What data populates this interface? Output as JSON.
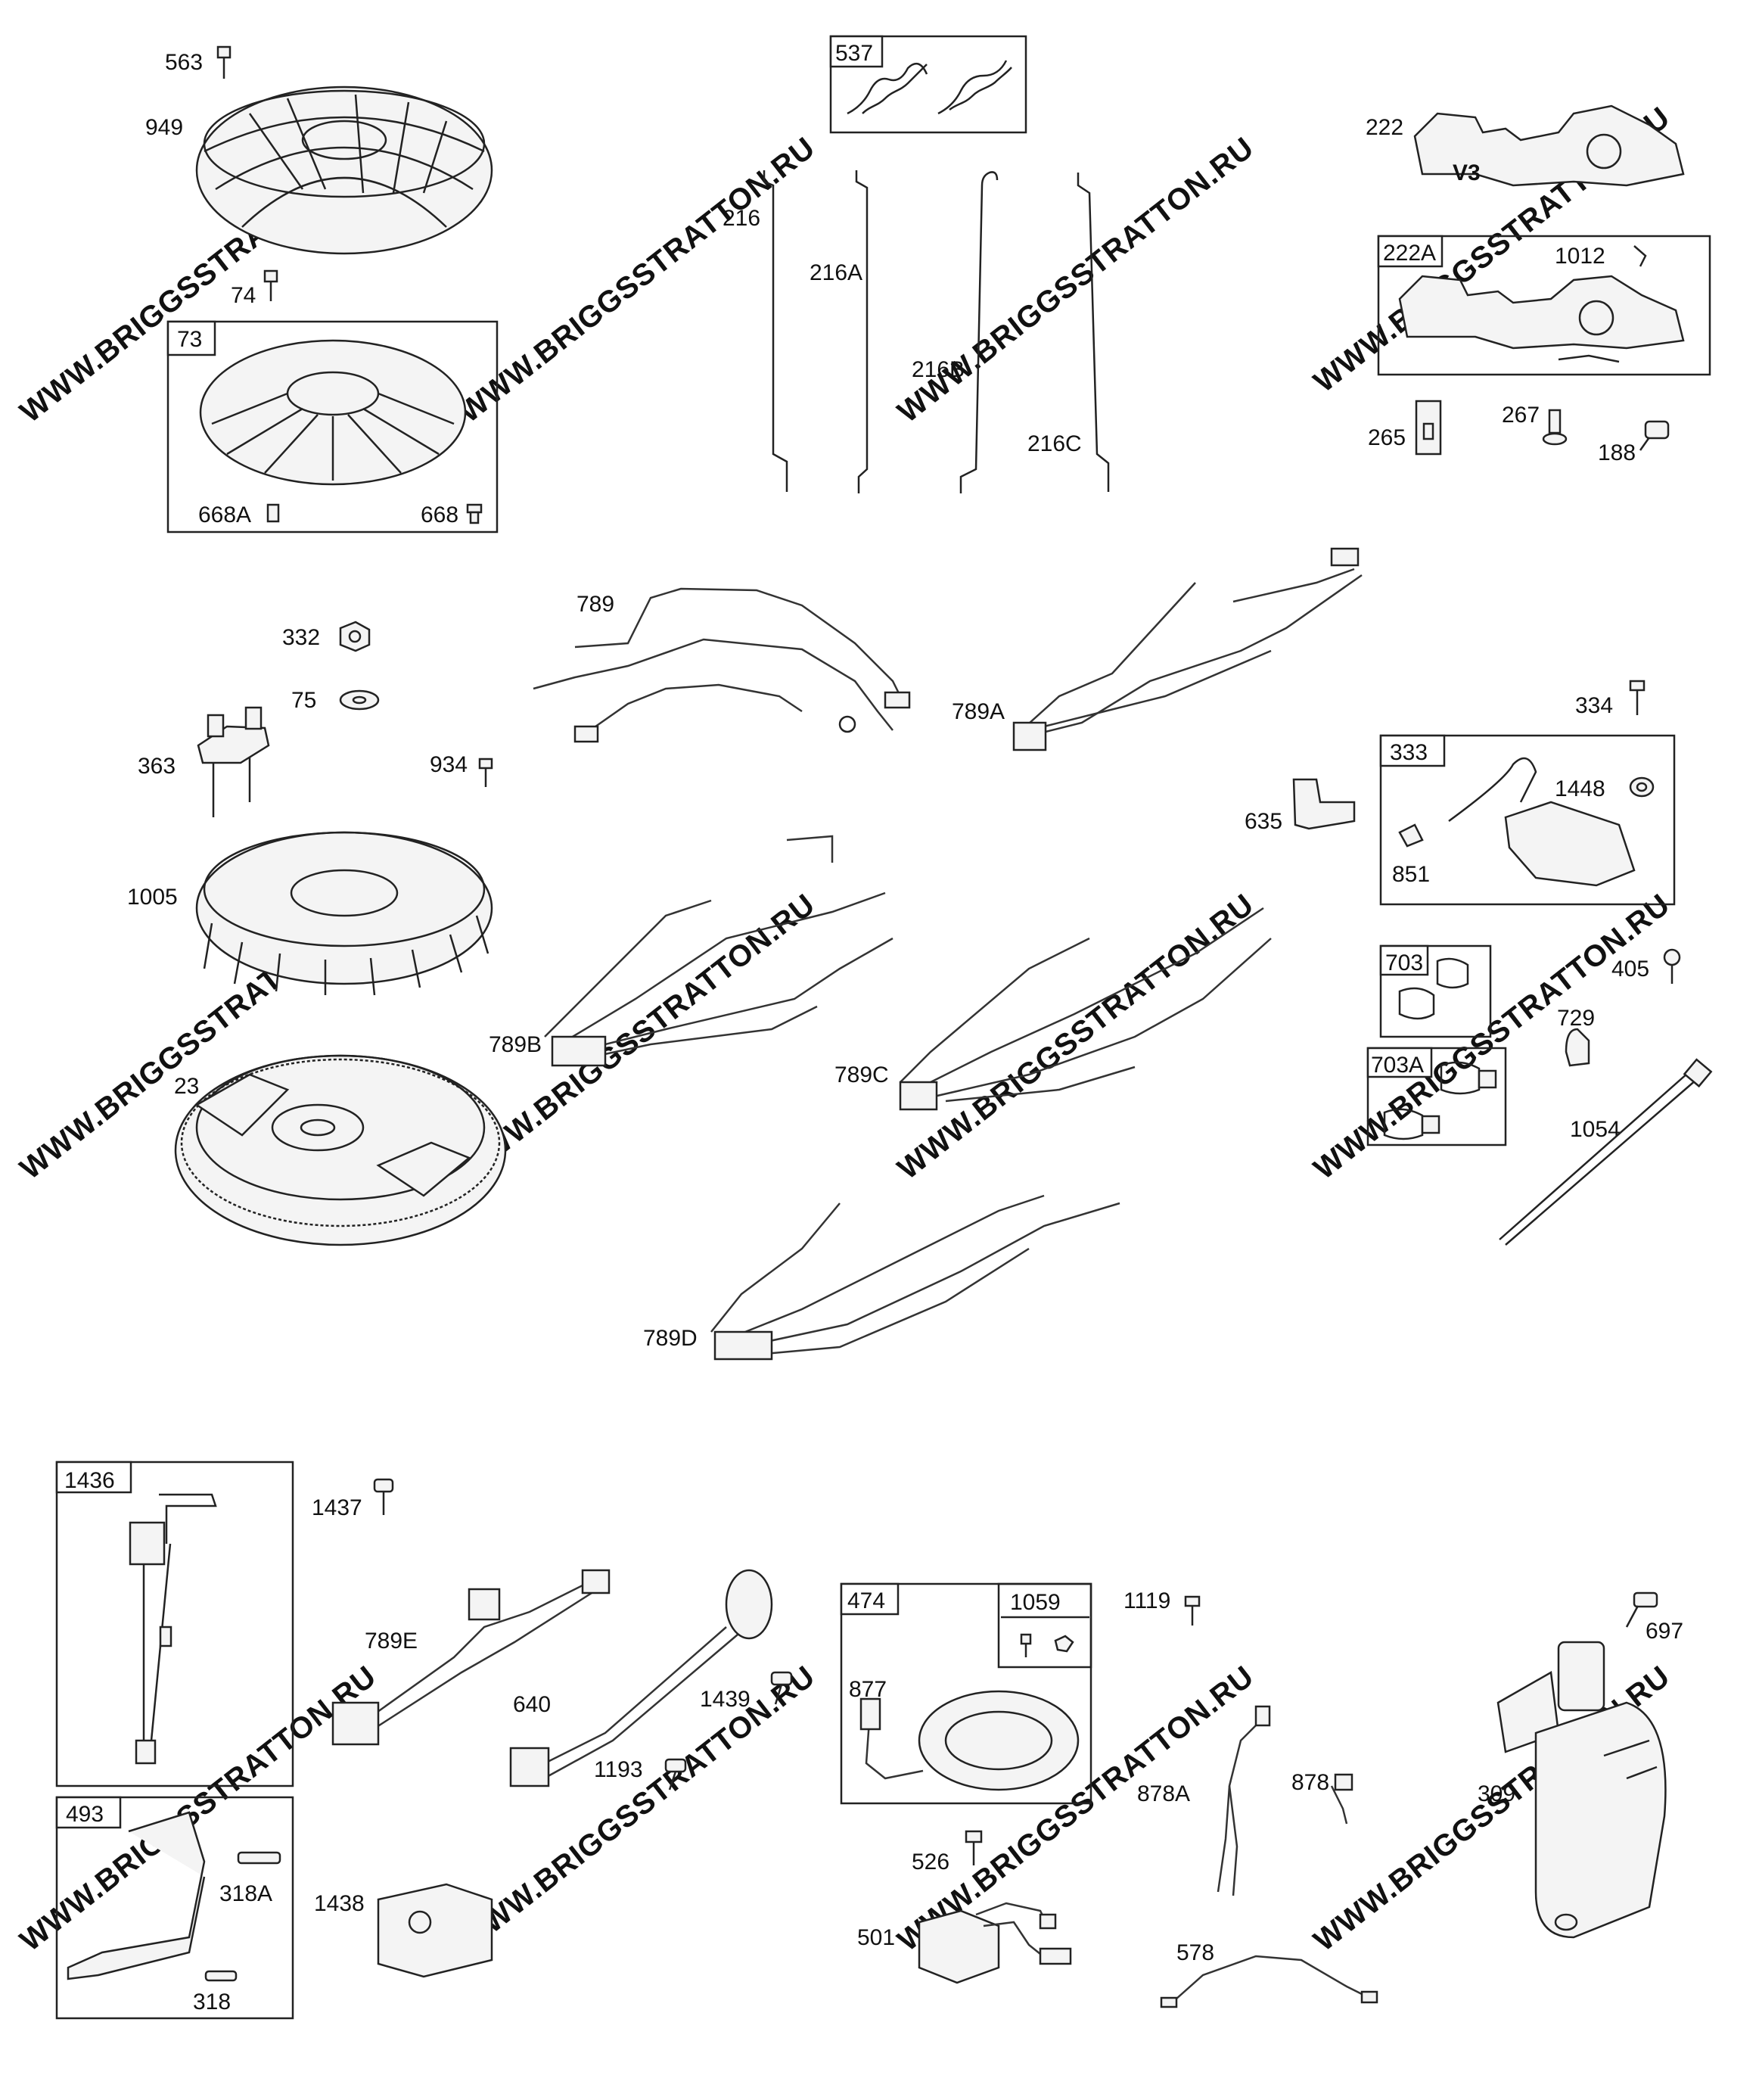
{
  "watermark": "WWW.BRIGGSSTRATTON.RU",
  "labels": {
    "p563": "563",
    "p949": "949",
    "p74": "74",
    "p73": "73",
    "p668A": "668A",
    "p668": "668",
    "p537": "537",
    "p216": "216",
    "p216A": "216A",
    "p216B": "216B",
    "p216C": "216C",
    "p222": "222",
    "p222A": "222A",
    "p1012": "1012",
    "p265": "265",
    "p267": "267",
    "p188": "188",
    "pV3": "V3",
    "p789": "789",
    "p789A": "789A",
    "p789B": "789B",
    "p789C": "789C",
    "p789D": "789D",
    "p789E": "789E",
    "p332": "332",
    "p75": "75",
    "p363": "363",
    "p934": "934",
    "p1005": "1005",
    "p23": "23",
    "p334": "334",
    "p333": "333",
    "p1448": "1448",
    "p851": "851",
    "p635": "635",
    "p703": "703",
    "p703A": "703A",
    "p405": "405",
    "p729": "729",
    "p1054": "1054",
    "p1436": "1436",
    "p1437": "1437",
    "p493": "493",
    "p318A": "318A",
    "p318": "318",
    "p1438": "1438",
    "p640": "640",
    "p1439": "1439",
    "p1193": "1193",
    "p474": "474",
    "p1059": "1059",
    "p877": "877",
    "p526": "526",
    "p501": "501",
    "p1119": "1119",
    "p878A": "878A",
    "p878": "878",
    "p578": "578",
    "p697": "697",
    "p309": "309"
  }
}
